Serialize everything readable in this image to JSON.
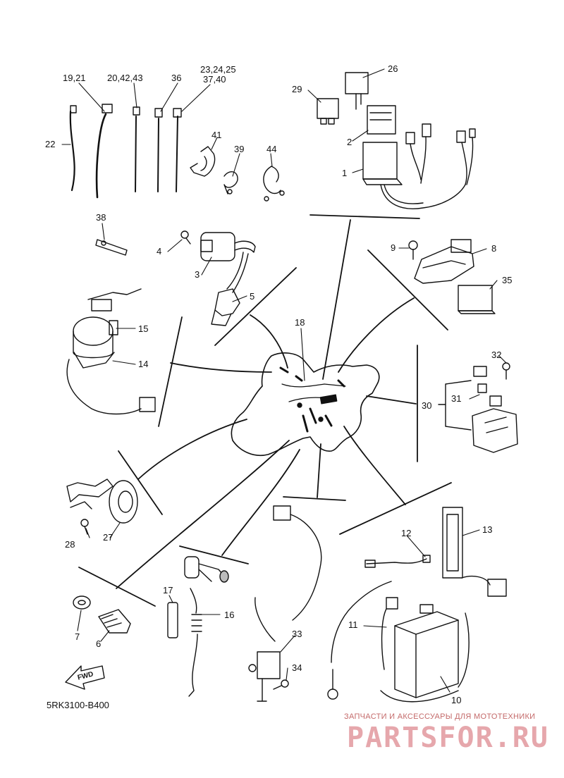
{
  "diagram_code": "5RK3100-B400",
  "fwd_label": "FWD",
  "watermark": {
    "caption": "ЗАПЧАСТИ И АКСЕССУАРЫ ДЛЯ МОТОТЕХНИКИ",
    "logo": "PARTSFOR.RU"
  },
  "callouts": {
    "p1": "1",
    "p2": "2",
    "p3": "3",
    "p4": "4",
    "p5": "5",
    "p6": "6",
    "p7": "7",
    "p8": "8",
    "p9": "9",
    "p10": "10",
    "p11": "11",
    "p12": "12",
    "p13": "13",
    "p14": "14",
    "p15": "15",
    "p16": "16",
    "p17": "17",
    "p18": "18",
    "p19_21": "19,21",
    "p20_42_43": "20,42,43",
    "p22": "22",
    "p23_24_25": "23,24,25",
    "p26": "26",
    "p27": "27",
    "p28": "28",
    "p29": "29",
    "p30": "30",
    "p31": "31",
    "p32": "32",
    "p33": "33",
    "p34": "34",
    "p35": "35",
    "p36": "36",
    "p37_40": "37,40",
    "p38": "38",
    "p39": "39",
    "p41": "41",
    "p44": "44"
  }
}
